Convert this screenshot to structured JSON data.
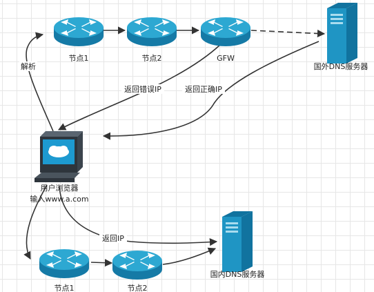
{
  "colors": {
    "router_top": "#2da8d2",
    "router_side": "#157aa6",
    "server_body": "#1f95c4",
    "server_side": "#11739f",
    "edge": "#333333",
    "grid": "#e6e6e6"
  },
  "nodes": {
    "top_node1": "节点1",
    "top_node2": "节点2",
    "gfw": "GFW",
    "foreign_dns": "国外DNS服务器",
    "browser_line1": "用户浏览器",
    "browser_line2": "输入www.a.com",
    "bottom_node1": "节点1",
    "bottom_node2": "节点2",
    "domestic_dns": "国内DNS服务器"
  },
  "edges": {
    "resolve": "解析",
    "return_wrong_ip": "返回错误IP",
    "return_correct_ip": "返回正确IP",
    "return_ip": "返回IP"
  }
}
